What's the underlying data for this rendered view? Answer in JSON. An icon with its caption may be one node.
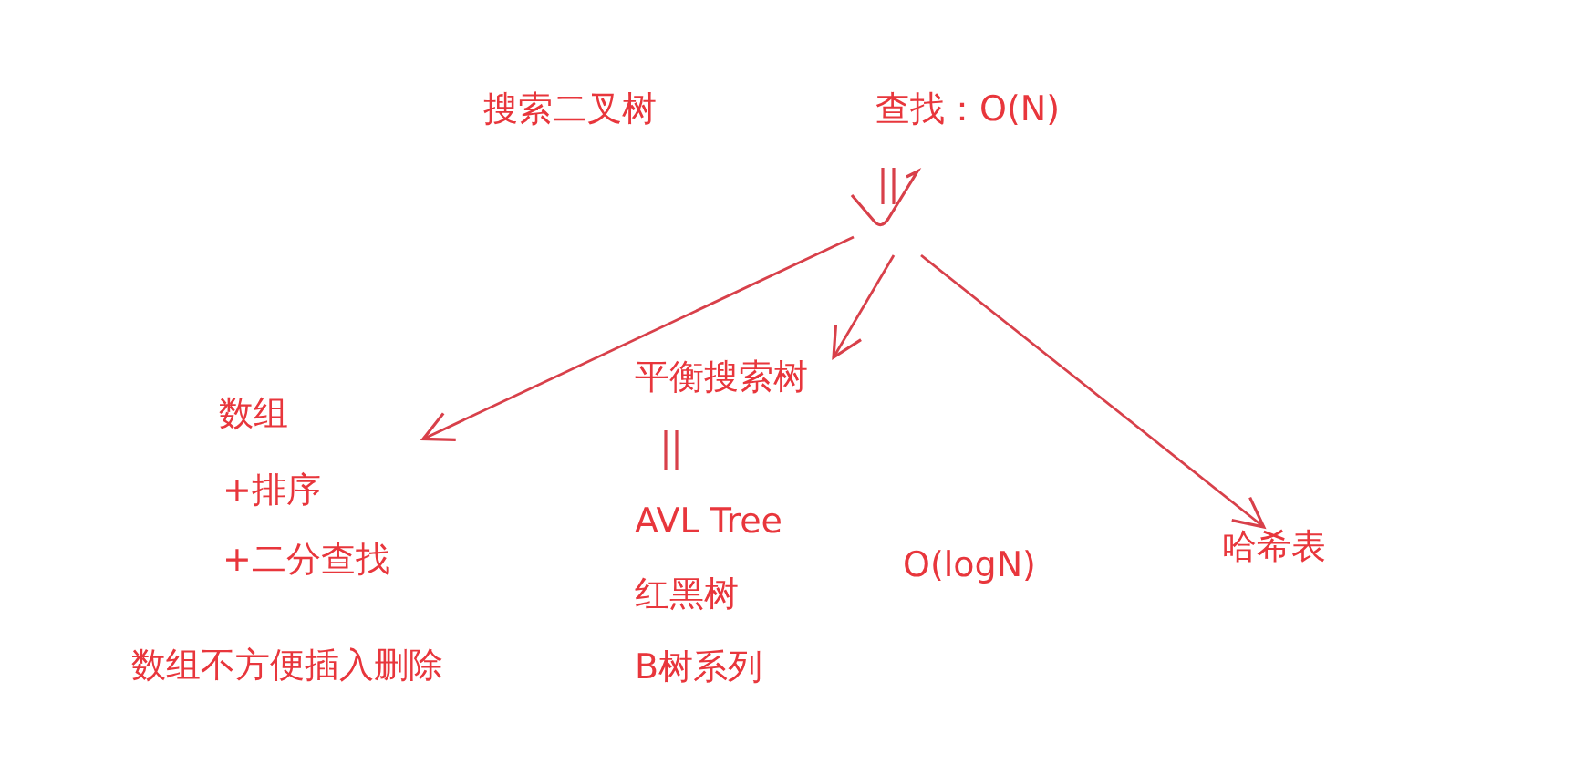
{
  "diagram": {
    "nodes": [
      {
        "text": [
          "数组",
          "+排序",
          "+二分查找"
        ]
      },
      {
        "text": [
          "平衡搜索树",
          "AVL Tree",
          "红黑树",
          "B树系列"
        ]
      },
      {
        "text": [
          "哈希表"
        ]
      }
    ],
    "edges": [
      {
        "from": null,
        "to": 0,
        "arrow": "to"
      },
      {
        "from": null,
        "to": 1,
        "arrow": "to"
      },
      {
        "from": null,
        "to": 2,
        "arrow": "to"
      }
    ],
    "labels": [
      "搜索二叉树",
      "查找：O(N)",
      "O(logN)",
      "数组不方便插入删除"
    ]
  }
}
